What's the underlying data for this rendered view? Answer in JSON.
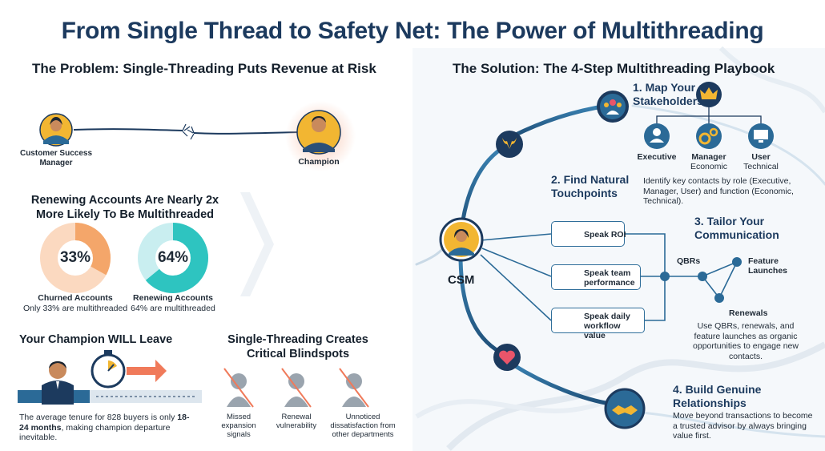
{
  "title": "From Single Thread to Safety Net: The Power of Multithreading",
  "problem": {
    "heading": "The Problem: Single-Threading Puts Revenue at Risk",
    "csm_label": "Customer Success Manager",
    "champion_label": "Champion",
    "stats_heading": "Renewing Accounts Are Nearly 2x More Likely To Be Multithreaded",
    "churned": {
      "pct_label": "33%",
      "value": 33,
      "label": "Churned Accounts",
      "sub": "Only 33% are multithreaded",
      "color": "#f4a66a"
    },
    "renewing": {
      "pct_label": "64%",
      "value": 64,
      "label": "Renewing Accounts",
      "sub": "64% are multithreaded",
      "color": "#2ec4c0"
    },
    "champion_leave": {
      "heading": "Your Champion WILL Leave",
      "text_pre": "The average tenure for 828 buyers is only ",
      "text_bold": "18-24 months",
      "text_post": ", making champion departure inevitable."
    },
    "blindspots": {
      "heading": "Single-Threading Creates Critical Blindspots",
      "items": [
        "Missed expansion signals",
        "Renewal vulnerability",
        "Unnoticed dissatisfaction from other departments"
      ]
    }
  },
  "solution": {
    "heading": "The Solution: The 4-Step Multithreading Playbook",
    "csm": "CSM",
    "step1": {
      "title": "1. Map Your Stakeholders",
      "roles": [
        {
          "name": "Executive",
          "sub": ""
        },
        {
          "name": "Manager",
          "sub": "Economic"
        },
        {
          "name": "User",
          "sub": "Technical"
        }
      ],
      "desc": "Identify key contacts by role (Executive, Manager, User) and function (Economic, Technical)."
    },
    "step2": {
      "title": "2. Find Natural Touchpoints",
      "items": [
        "Speak ROI",
        "Speak team performance",
        "Speak daily workflow value"
      ]
    },
    "step3": {
      "title": "3. Tailor Your Communication",
      "nodes": [
        "QBRs",
        "Feature Launches",
        "Renewals"
      ],
      "desc": "Use QBRs, renewals, and feature launches as organic opportunities to engage new contacts."
    },
    "step4": {
      "title": "4. Build Genuine Relationships",
      "desc": "Move beyond transactions to become a trusted advisor by always bringing value first."
    }
  },
  "colors": {
    "navy": "#1c3a5e",
    "rope": "#2b6a97",
    "accent_orange": "#f4a66a",
    "accent_teal": "#2ec4c0",
    "gold": "#f2b632",
    "heart": "#e9556a"
  },
  "icons": [
    "csm-person-icon",
    "champion-person-icon",
    "team-icon",
    "crown-icon",
    "executive-icon",
    "gears-icon",
    "monitor-icon",
    "bull-icon",
    "dollar-hand-icon",
    "chart-board-icon",
    "checklist-icon",
    "heart-icon",
    "handshake-icon",
    "stopwatch-icon",
    "arrow-icon"
  ]
}
